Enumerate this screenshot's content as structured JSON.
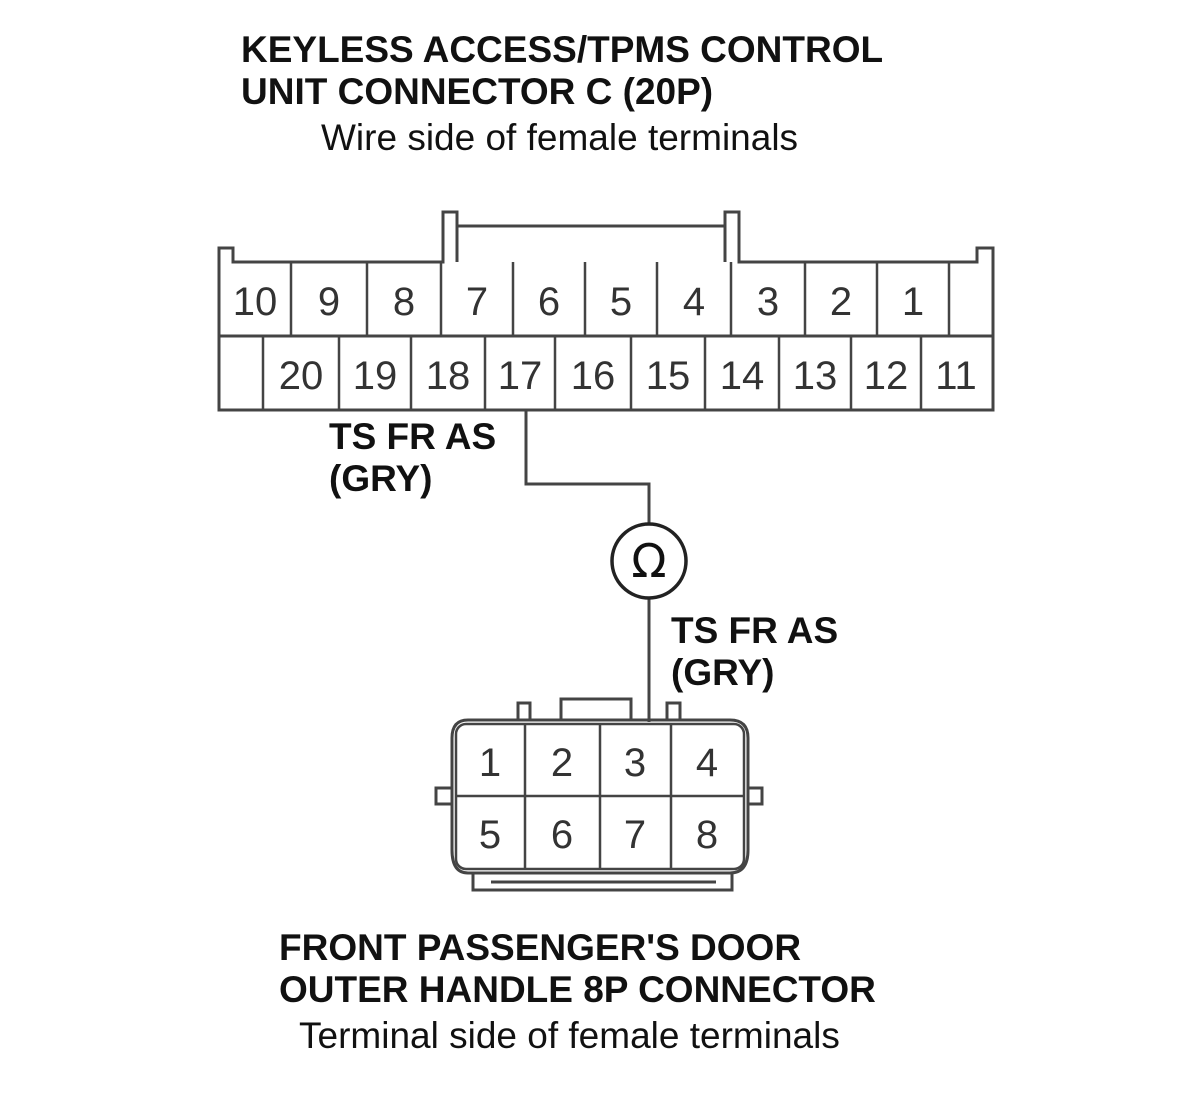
{
  "top_connector": {
    "title_line1": "KEYLESS ACCESS/TPMS CONTROL",
    "title_line2": "UNIT CONNECTOR C (20P)",
    "subtitle": "Wire side of female terminals",
    "row1": [
      "10",
      "9",
      "8",
      "7",
      "6",
      "5",
      "4",
      "3",
      "2",
      "1"
    ],
    "row2": [
      "20",
      "19",
      "18",
      "17",
      "16",
      "15",
      "14",
      "13",
      "12",
      "11"
    ]
  },
  "wire_top": {
    "line1": "TS FR AS",
    "line2": "(GRY)"
  },
  "meter": {
    "symbol": "Ω",
    "icon": "ohmmeter-icon"
  },
  "wire_bottom": {
    "line1": "TS FR AS",
    "line2": "(GRY)"
  },
  "bottom_connector": {
    "title_line1": "FRONT PASSENGER'S DOOR",
    "title_line2": "OUTER HANDLE 8P CONNECTOR",
    "subtitle": "Terminal side of female terminals",
    "row1": [
      "1",
      "2",
      "3",
      "4"
    ],
    "row2": [
      "5",
      "6",
      "7",
      "8"
    ]
  },
  "colors": {
    "line": "#444444",
    "text": "#111111"
  }
}
